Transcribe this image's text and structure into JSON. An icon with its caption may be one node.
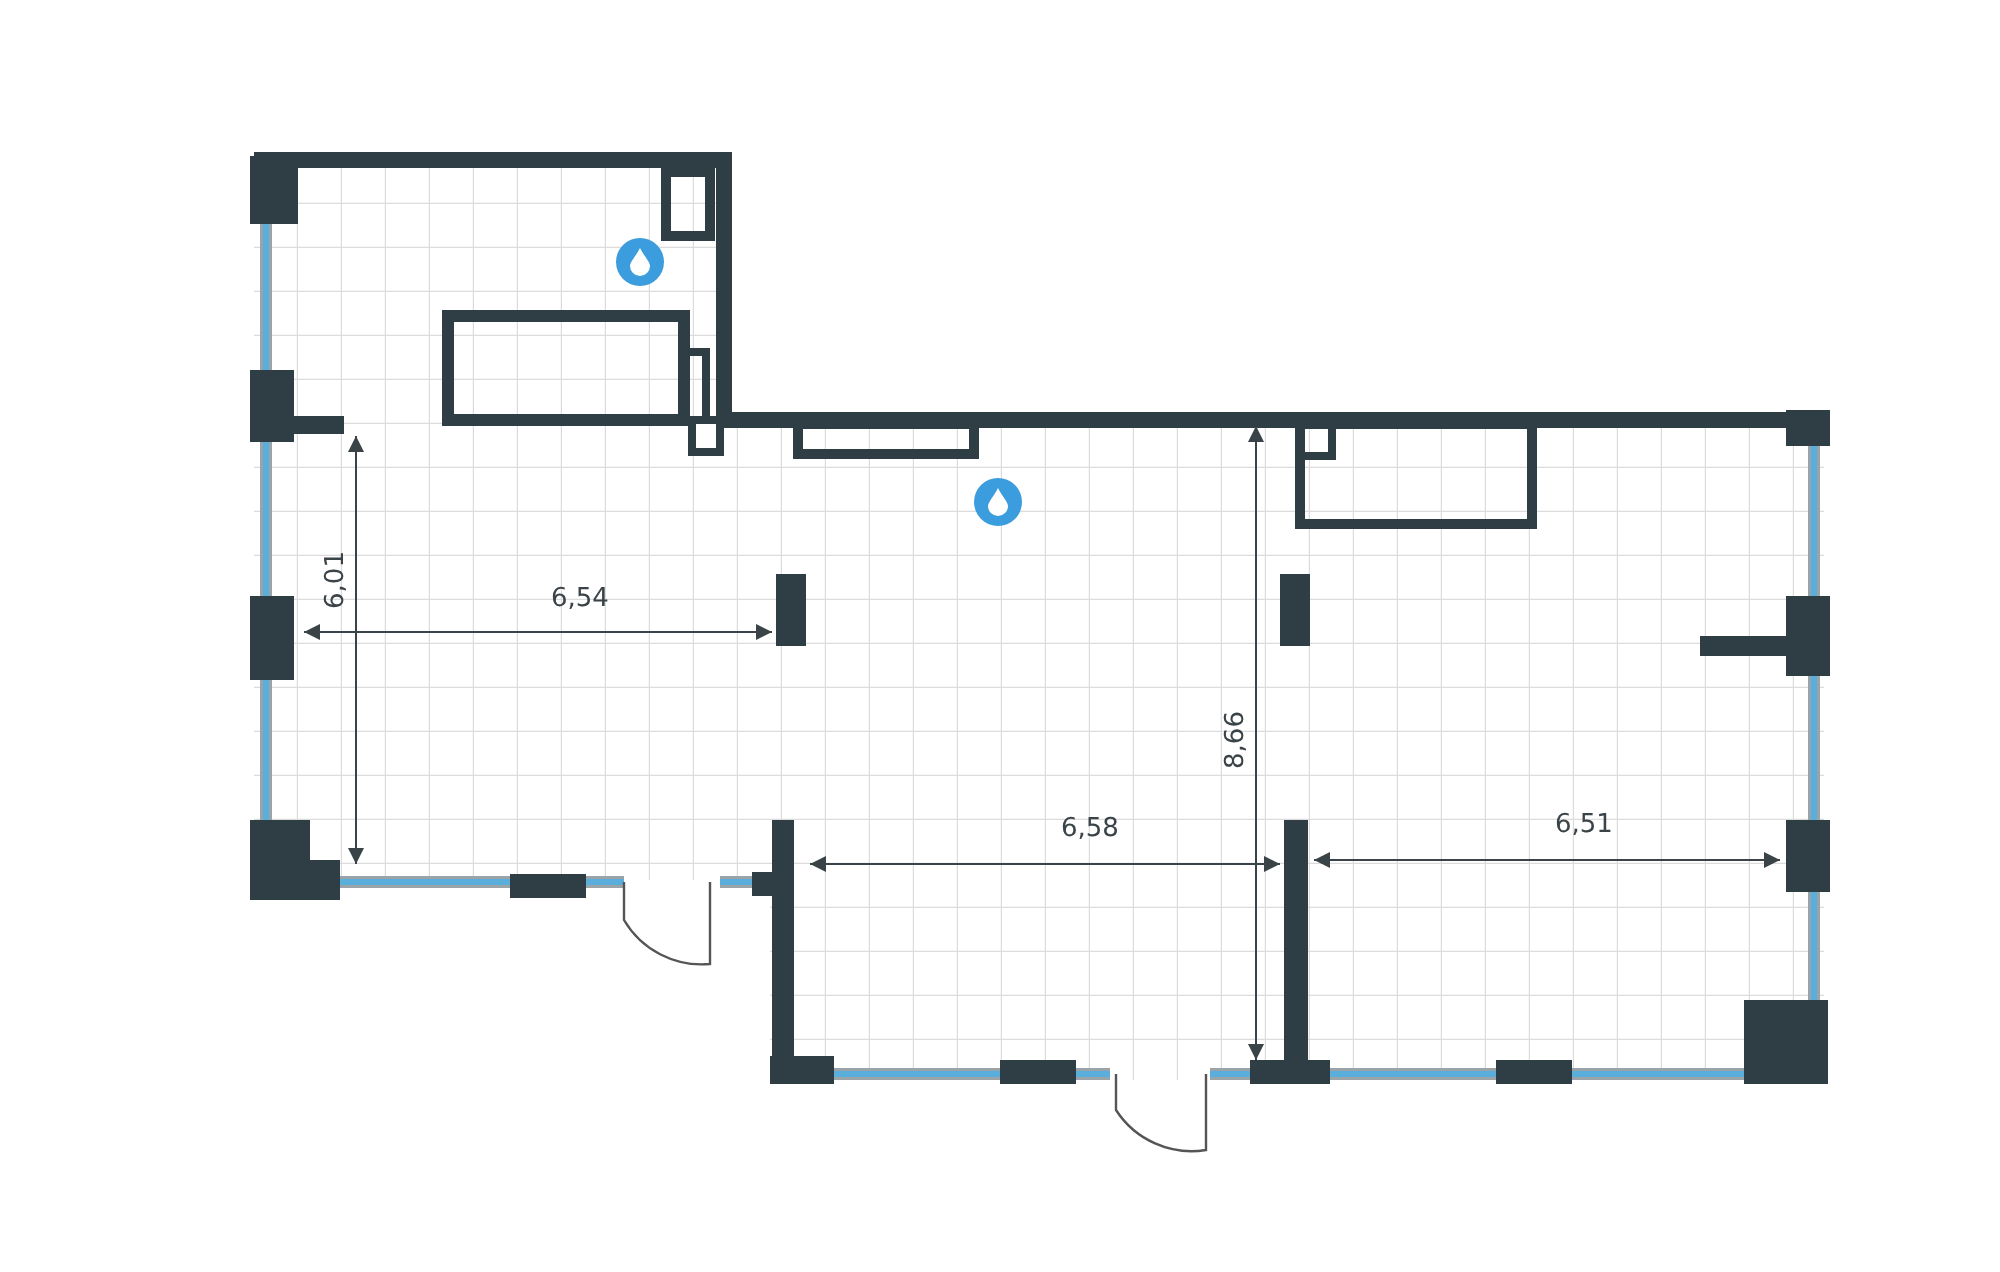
{
  "diagram": {
    "labels": [
      "6,01",
      "6,54",
      "8,66",
      "6,58",
      "6,51"
    ]
  }
}
